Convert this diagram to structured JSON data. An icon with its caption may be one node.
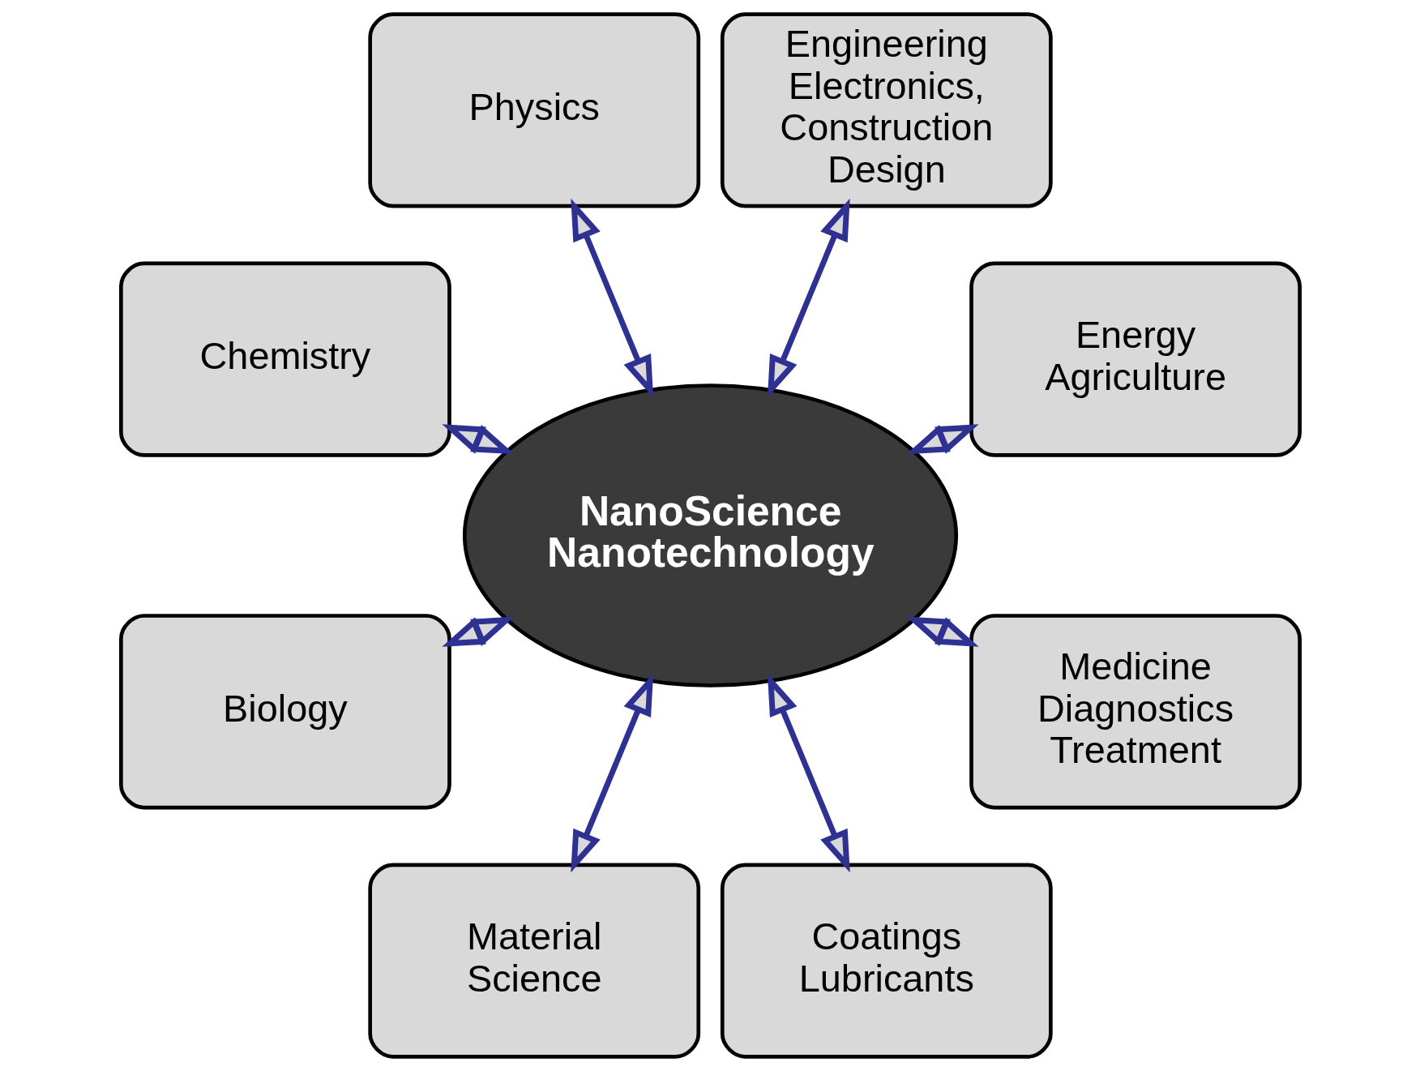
{
  "diagram": {
    "nodes": [
      {
        "text": [
          "NanoScience Nanotechnology"
        ]
      },
      {
        "text": [
          "Physics"
        ]
      },
      {
        "text": [
          "Engineering Electronics, Construction Design"
        ]
      },
      {
        "text": [
          "Chemistry"
        ]
      },
      {
        "text": [
          "Energy Agriculture"
        ]
      },
      {
        "text": [
          "Biology"
        ]
      },
      {
        "text": [
          "Medicine Diagnostics Treatment"
        ]
      },
      {
        "text": [
          "Material Science"
        ]
      },
      {
        "text": [
          "Coatings Lubricants"
        ]
      }
    ],
    "edges": [
      {
        "from": 0,
        "to": 1,
        "arrow": "both"
      },
      {
        "from": 0,
        "to": 2,
        "arrow": "both"
      },
      {
        "from": 0,
        "to": 3,
        "arrow": "both"
      },
      {
        "from": 0,
        "to": 4,
        "arrow": "both"
      },
      {
        "from": 0,
        "to": 5,
        "arrow": "both"
      },
      {
        "from": 0,
        "to": 6,
        "arrow": "both"
      },
      {
        "from": 0,
        "to": 7,
        "arrow": "both"
      },
      {
        "from": 0,
        "to": 8,
        "arrow": "both"
      }
    ]
  }
}
